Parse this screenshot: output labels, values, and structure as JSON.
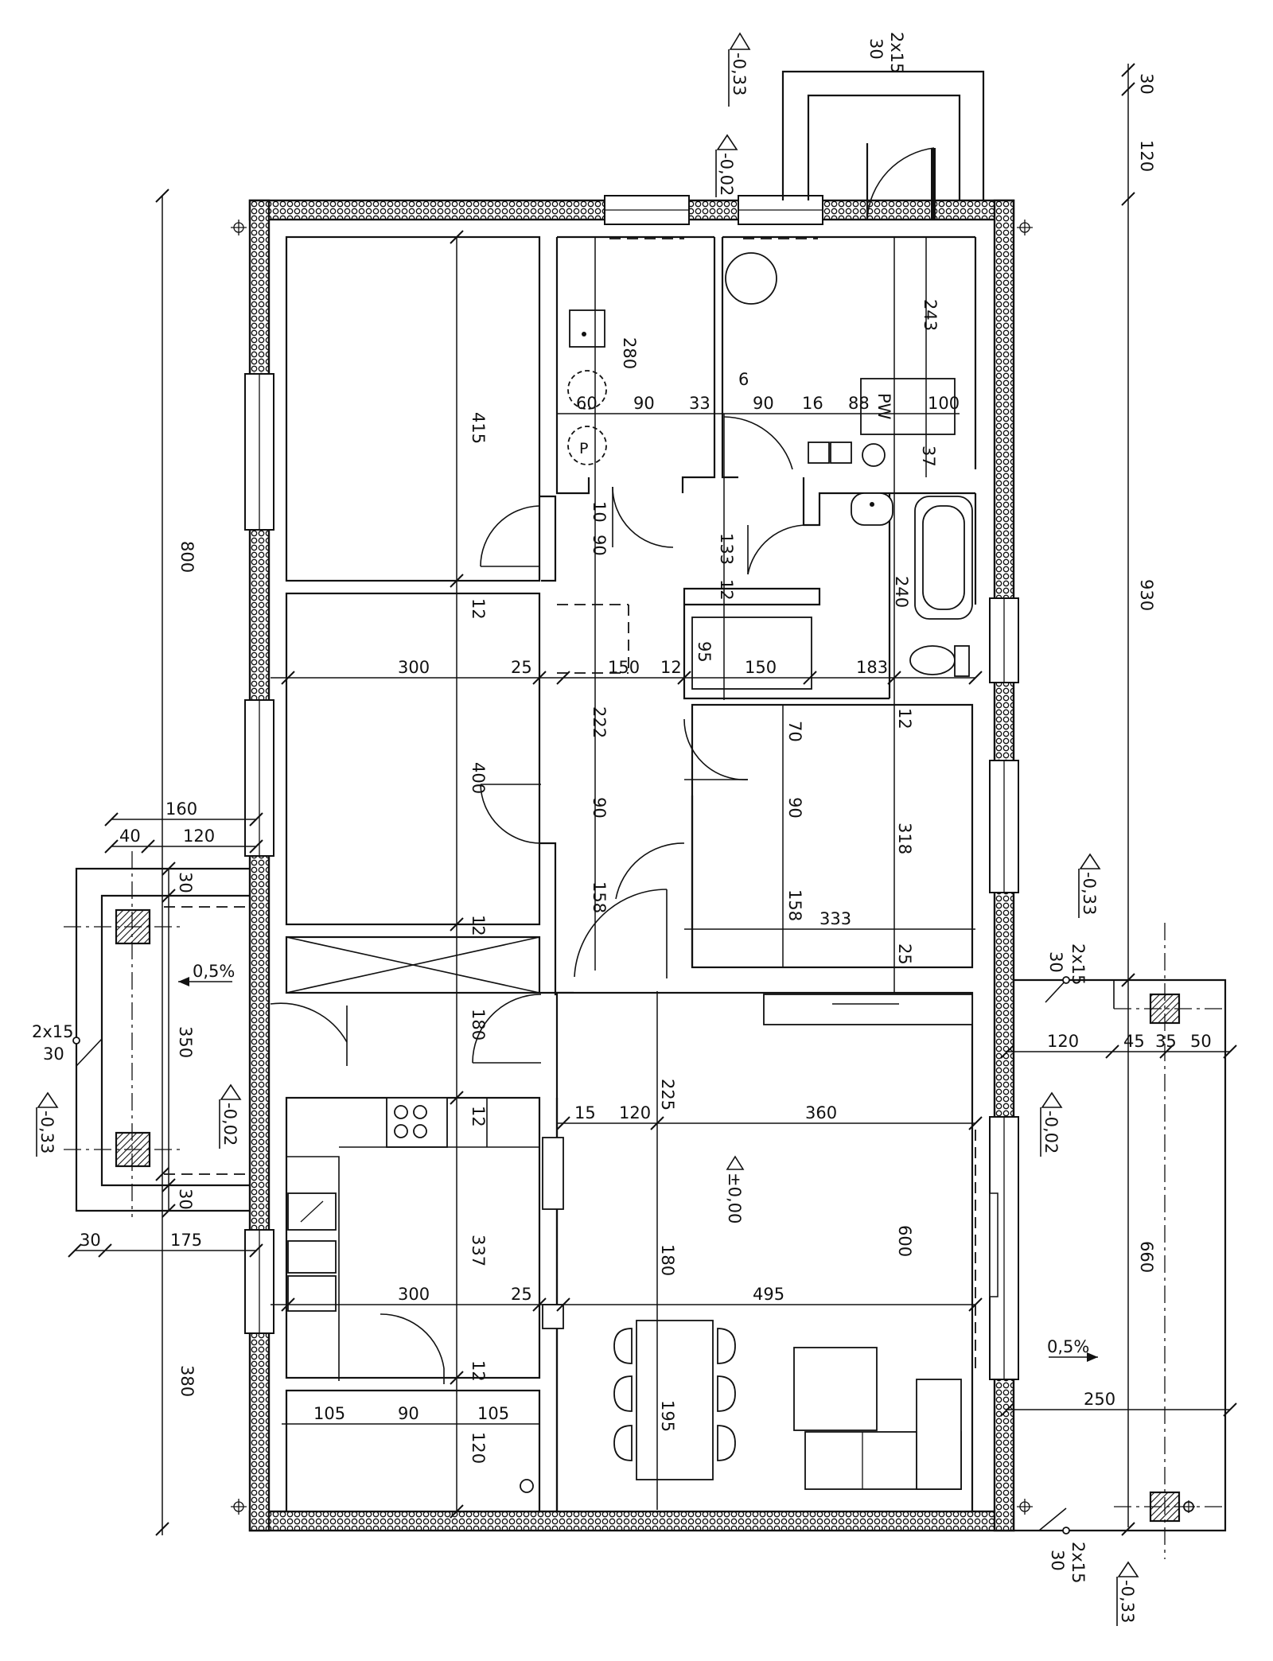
{
  "levels": {
    "top_left": "-0,33",
    "top_entry": "-0,02",
    "left_terrace": "-0,33",
    "left_entry": "-0,02",
    "right_terrace": "-0,33",
    "right_entry": "-0,02",
    "bottom_right": "-0,33",
    "floor": "±0,00"
  },
  "steps": {
    "top": [
      "2x15",
      "30"
    ],
    "left": [
      "2x15",
      "30"
    ],
    "right": [
      "2x15",
      "30"
    ],
    "bottom": [
      "2x15",
      "30"
    ]
  },
  "slopes": {
    "left": "0,5%",
    "right": "0,5%"
  },
  "labels": {
    "pw": "PW",
    "pw_small": "P"
  },
  "dimensions": {
    "overall_left": [
      "800",
      "380"
    ],
    "overall_right": [
      "30",
      "120",
      "930",
      "660"
    ],
    "room_col_a": [
      "415",
      "12",
      "400",
      "12",
      "180",
      "12",
      "337",
      "12",
      "120"
    ],
    "row_a": [
      "300",
      "25",
      "150",
      "12",
      "95",
      "150",
      "183"
    ],
    "row_b": [
      "300",
      "25",
      "495"
    ],
    "row_c": [
      "15",
      "120",
      "360"
    ],
    "bath_top": [
      "60",
      "90",
      "33",
      "6",
      "90",
      "16",
      "88",
      "100"
    ],
    "bath_v": [
      "280",
      "243",
      "37",
      "240"
    ],
    "hall_v": [
      "10",
      "90",
      "222",
      "90",
      "158",
      "133",
      "12"
    ],
    "room_right": [
      "70",
      "90",
      "318",
      "158",
      "333",
      "12",
      "25"
    ],
    "living": [
      "225",
      "180",
      "600",
      "195"
    ],
    "bottom_room": [
      "105",
      "90",
      "105"
    ],
    "terrace_left": [
      "160",
      "40",
      "120",
      "30",
      "350",
      "30",
      "30",
      "175"
    ],
    "terrace_right": [
      "120",
      "45",
      "35",
      "50",
      "250"
    ]
  }
}
